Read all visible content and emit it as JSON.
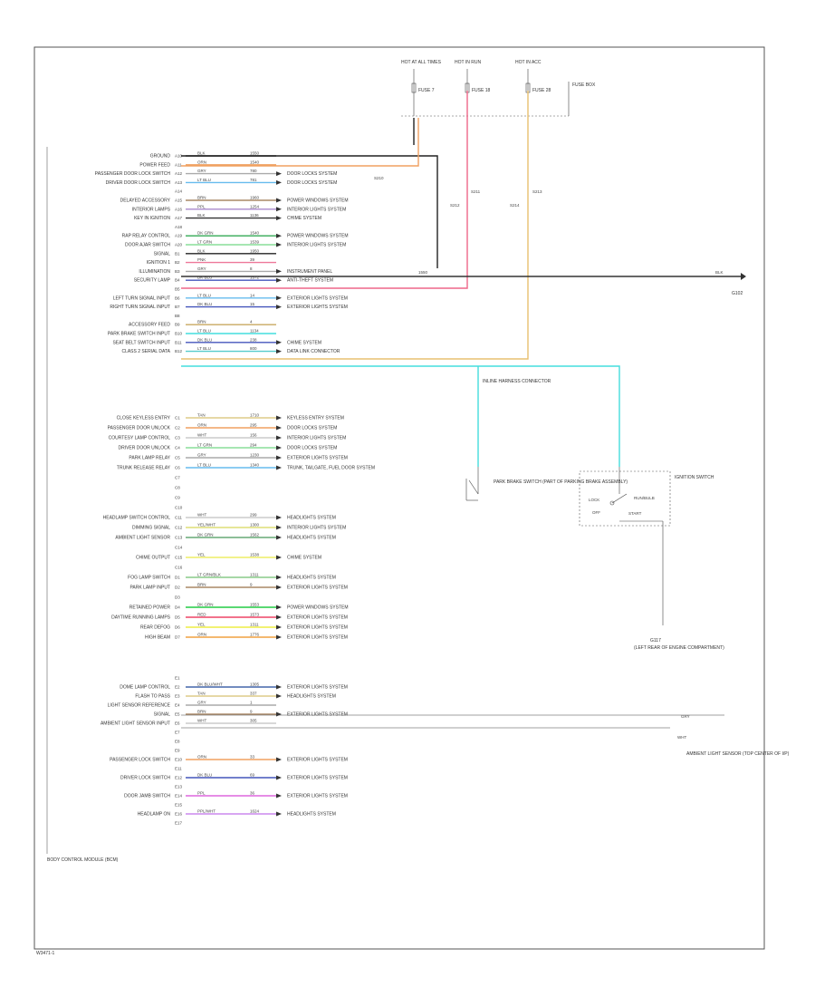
{
  "page": {
    "footer_code": "W3471-1"
  },
  "module": {
    "label": "BODY CONTROL MODULE (BCM)"
  },
  "fuses": [
    {
      "code": "HOT AT ALL TIMES",
      "name": "FUSE 7"
    },
    {
      "code": "HOT IN RUN",
      "name": "FUSE 18"
    },
    {
      "code": "HOT IN ACC",
      "name": "FUSE 28"
    }
  ],
  "fuse_box": {
    "label": "FUSE BOX"
  },
  "pins": [
    {
      "label": "GROUND",
      "pin": "A10",
      "color": "BLK",
      "code": "1550",
      "wire": "#222222",
      "arrow": false
    },
    {
      "label": "POWER FEED",
      "pin": "A11",
      "color": "ORN",
      "code": "1540",
      "wire": "#f0a060",
      "arrow": false
    },
    {
      "label": "PASSENGER DOOR LOCK SWITCH",
      "pin": "A12",
      "color": "GRY",
      "code": "780",
      "wire": "#aaaaaa",
      "arrow": true,
      "dest": "DOOR LOCKS SYSTEM"
    },
    {
      "label": "DRIVER DOOR LOCK SWITCH",
      "pin": "A13",
      "color": "LT BLU",
      "code": "781",
      "wire": "#66bbee",
      "arrow": true,
      "dest": "DOOR LOCKS SYSTEM"
    },
    {
      "label": "",
      "pin": "A14",
      "color": "",
      "code": "",
      "wire": "",
      "arrow": false
    },
    {
      "label": "DELAYED ACCESSORY",
      "pin": "A15",
      "color": "BRN",
      "code": "1960",
      "wire": "#aa8866",
      "arrow": true,
      "dest": "POWER WINDOWS SYSTEM"
    },
    {
      "label": "INTERIOR LAMPS",
      "pin": "A16",
      "color": "PPL",
      "code": "1254",
      "wire": "#aa88cc",
      "arrow": true,
      "dest": "INTERIOR LIGHTS SYSTEM"
    },
    {
      "label": "KEY IN IGNITION",
      "pin": "A17",
      "color": "BLK",
      "code": "1136",
      "wire": "#333333",
      "arrow": true,
      "dest": "CHIME SYSTEM"
    },
    {
      "label": "",
      "pin": "A18",
      "color": "",
      "code": "",
      "wire": "",
      "arrow": false
    },
    {
      "label": "RAP RELAY CONTROL",
      "pin": "A19",
      "color": "DK GRN",
      "code": "1540",
      "wire": "#33aa55",
      "arrow": true,
      "dest": "POWER WINDOWS SYSTEM"
    },
    {
      "label": "DOOR AJAR SWITCH",
      "pin": "A20",
      "color": "LT GRN",
      "code": "1539",
      "wire": "#88dd99",
      "arrow": true,
      "dest": "INTERIOR LIGHTS SYSTEM"
    },
    {
      "label": "SIGNAL",
      "pin": "B1",
      "color": "BLK",
      "code": "1950",
      "wire": "#222222",
      "arrow": false
    },
    {
      "label": "IGNITION 1",
      "pin": "B2",
      "color": "PNK",
      "code": "39",
      "wire": "#ee7799",
      "arrow": false
    },
    {
      "label": "ILLUMINATION",
      "pin": "B3",
      "color": "GRY",
      "code": "8",
      "wire": "#aaaaaa",
      "arrow": true,
      "dest": "INSTRUMENT PANEL"
    },
    {
      "label": "SECURITY LAMP",
      "pin": "B4",
      "color": "DK BLU",
      "code": "1572",
      "wire": "#4455bb",
      "arrow": true,
      "dest": "ANTI-THEFT SYSTEM"
    },
    {
      "label": "",
      "pin": "B5",
      "color": "",
      "code": "",
      "wire": "",
      "arrow": false
    },
    {
      "label": "LEFT TURN SIGNAL INPUT",
      "pin": "B6",
      "color": "LT BLU",
      "code": "14",
      "wire": "#66bbee",
      "arrow": true,
      "dest": "EXTERIOR LIGHTS SYSTEM"
    },
    {
      "label": "RIGHT TURN SIGNAL INPUT",
      "pin": "B7",
      "color": "DK BLU",
      "code": "15",
      "wire": "#4455bb",
      "arrow": true,
      "dest": "EXTERIOR LIGHTS SYSTEM"
    },
    {
      "label": "",
      "pin": "B8",
      "color": "",
      "code": "",
      "wire": "",
      "arrow": false
    },
    {
      "label": "ACCESSORY FEED",
      "pin": "B9",
      "color": "BRN",
      "code": "4",
      "wire": "#c8a860",
      "arrow": false
    },
    {
      "label": "PARK BRAKE SWITCH INPUT",
      "pin": "B10",
      "color": "LT BLU",
      "code": "1134",
      "wire": "#44dddd",
      "arrow": false
    },
    {
      "label": "SEAT BELT SWITCH INPUT",
      "pin": "B11",
      "color": "DK BLU",
      "code": "238",
      "wire": "#4455bb",
      "arrow": true,
      "dest": "CHIME SYSTEM"
    },
    {
      "label": "CLASS 2 SERIAL DATA",
      "pin": "B12",
      "color": "LT BLU",
      "code": "800",
      "wire": "#55cccc",
      "arrow": true,
      "dest": "DATA LINK CONNECTOR"
    }
  ],
  "pins2": [
    {
      "label": "CLOSE KEYLESS ENTRY",
      "pin": "C1",
      "color": "TAN",
      "code": "1710",
      "wire": "#ddcc88",
      "arrow": true,
      "dest": "KEYLESS ENTRY SYSTEM"
    },
    {
      "label": "PASSENGER DOOR UNLOCK",
      "pin": "C2",
      "color": "ORN",
      "code": "295",
      "wire": "#f0a060",
      "arrow": true,
      "dest": "DOOR LOCKS SYSTEM"
    },
    {
      "label": "COURTESY LAMP CONTROL",
      "pin": "C3",
      "color": "WHT",
      "code": "156",
      "wire": "#cccccc",
      "arrow": true,
      "dest": "INTERIOR LIGHTS SYSTEM"
    },
    {
      "label": "DRIVER DOOR UNLOCK",
      "pin": "C4",
      "color": "LT GRN",
      "code": "294",
      "wire": "#88dd99",
      "arrow": true,
      "dest": "DOOR LOCKS SYSTEM"
    },
    {
      "label": "PARK LAMP RELAY",
      "pin": "C5",
      "color": "GRY",
      "code": "1230",
      "wire": "#aaaaaa",
      "arrow": true,
      "dest": "EXTERIOR LIGHTS SYSTEM"
    },
    {
      "label": "TRUNK RELEASE RELAY",
      "pin": "C6",
      "color": "LT BLU",
      "code": "1340",
      "wire": "#66bbee",
      "arrow": true,
      "dest": "TRUNK, TAILGATE, FUEL DOOR SYSTEM"
    },
    {
      "label": "",
      "pin": "C7",
      "color": "",
      "code": "",
      "wire": "",
      "arrow": false
    },
    {
      "label": "",
      "pin": "C8",
      "color": "",
      "code": "",
      "wire": "",
      "arrow": false
    },
    {
      "label": "",
      "pin": "C9",
      "color": "",
      "code": "",
      "wire": "",
      "arrow": false
    },
    {
      "label": "",
      "pin": "C10",
      "color": "",
      "code": "",
      "wire": "",
      "arrow": false
    },
    {
      "label": "HEADLAMP SWITCH CONTROL",
      "pin": "C11",
      "color": "WHT",
      "code": "299",
      "wire": "#cccccc",
      "arrow": true,
      "dest": "HEADLIGHTS SYSTEM"
    },
    {
      "label": "DIMMING SIGNAL",
      "pin": "C12",
      "color": "YEL/WHT",
      "code": "1300",
      "wire": "#dddd77",
      "arrow": true,
      "dest": "INTERIOR LIGHTS SYSTEM"
    },
    {
      "label": "AMBIENT LIGHT SENSOR",
      "pin": "C13",
      "color": "DK GRN",
      "code": "1562",
      "wire": "#66aa77",
      "arrow": true,
      "dest": "HEADLIGHTS SYSTEM"
    },
    {
      "label": "",
      "pin": "C14",
      "color": "",
      "code": "",
      "wire": "",
      "arrow": false
    },
    {
      "label": "CHIME OUTPUT",
      "pin": "C15",
      "color": "YEL",
      "code": "1538",
      "wire": "#eeee66",
      "arrow": true,
      "dest": "CHIME SYSTEM"
    },
    {
      "label": "",
      "pin": "C16",
      "color": "",
      "code": "",
      "wire": "",
      "arrow": false
    },
    {
      "label": "FOG LAMP SWITCH",
      "pin": "D1",
      "color": "LT GRN/BLK",
      "code": "1311",
      "wire": "#88cc88",
      "arrow": true,
      "dest": "HEADLIGHTS SYSTEM"
    },
    {
      "label": "PARK LAMP INPUT",
      "pin": "D2",
      "color": "BRN",
      "code": "9",
      "wire": "#aa8866",
      "arrow": true,
      "dest": "EXTERIOR LIGHTS SYSTEM"
    },
    {
      "label": "",
      "pin": "D3",
      "color": "",
      "code": "",
      "wire": "",
      "arrow": false
    },
    {
      "label": "RETAINED POWER",
      "pin": "D4",
      "color": "DK GRN",
      "code": "1553",
      "wire": "#22cc44",
      "arrow": true,
      "dest": "POWER WINDOWS SYSTEM"
    },
    {
      "label": "DAYTIME RUNNING LAMPS",
      "pin": "D5",
      "color": "RED",
      "code": "1573",
      "wire": "#ee4466",
      "arrow": true,
      "dest": "EXTERIOR LIGHTS SYSTEM"
    },
    {
      "label": "REAR DEFOG",
      "pin": "D6",
      "color": "YEL",
      "code": "1311",
      "wire": "#eeee44",
      "arrow": true,
      "dest": "EXTERIOR LIGHTS SYSTEM"
    },
    {
      "label": "HIGH BEAM",
      "pin": "D7",
      "color": "ORN",
      "code": "1776",
      "wire": "#f0a040",
      "arrow": true,
      "dest": "EXTERIOR LIGHTS SYSTEM"
    }
  ],
  "pins3": [
    {
      "label": "",
      "pin": "E1",
      "color": "",
      "code": "",
      "wire": "",
      "arrow": false
    },
    {
      "label": "DOME LAMP CONTROL",
      "pin": "E2",
      "color": "DK BLU/WHT",
      "code": "1305",
      "wire": "#4466aa",
      "arrow": true,
      "dest": "EXTERIOR LIGHTS SYSTEM"
    },
    {
      "label": "FLASH TO PASS",
      "pin": "E3",
      "color": "TAN",
      "code": "337",
      "wire": "#ddcc88",
      "arrow": true,
      "dest": "HEADLIGHTS SYSTEM"
    },
    {
      "label": "LIGHT SENSOR REFERENCE",
      "pin": "E4",
      "color": "GRY",
      "code": "1",
      "wire": "#aaaaaa",
      "arrow": false
    },
    {
      "label": "SIGNAL",
      "pin": "E5",
      "color": "BRN",
      "code": "9",
      "wire": "#aa8866",
      "arrow": true,
      "dest": "EXTERIOR LIGHTS SYSTEM"
    },
    {
      "label": "AMBIENT LIGHT SENSOR INPUT",
      "pin": "E6",
      "color": "WHT",
      "code": "305",
      "wire": "#cccccc",
      "arrow": false
    },
    {
      "label": "",
      "pin": "E7",
      "color": "",
      "code": "",
      "wire": "",
      "arrow": false
    },
    {
      "label": "",
      "pin": "E8",
      "color": "",
      "code": "",
      "wire": "",
      "arrow": false
    },
    {
      "label": "",
      "pin": "E9",
      "color": "",
      "code": "",
      "wire": "",
      "arrow": false
    },
    {
      "label": "PASSENGER LOCK SWITCH",
      "pin": "E10",
      "color": "ORN",
      "code": "33",
      "wire": "#f0a060",
      "arrow": true,
      "dest": "EXTERIOR LIGHTS SYSTEM"
    },
    {
      "label": "",
      "pin": "E11",
      "color": "",
      "code": "",
      "wire": "",
      "arrow": false
    },
    {
      "label": "DRIVER LOCK SWITCH",
      "pin": "E12",
      "color": "DK BLU",
      "code": "69",
      "wire": "#4455bb",
      "arrow": true,
      "dest": "EXTERIOR LIGHTS SYSTEM"
    },
    {
      "label": "",
      "pin": "E13",
      "color": "",
      "code": "",
      "wire": "",
      "arrow": false
    },
    {
      "label": "DOOR JAMB SWITCH",
      "pin": "E14",
      "color": "PPL",
      "code": "36",
      "wire": "#dd66dd",
      "arrow": true,
      "dest": "EXTERIOR LIGHTS SYSTEM"
    },
    {
      "label": "",
      "pin": "E15",
      "color": "",
      "code": "",
      "wire": "",
      "arrow": false
    },
    {
      "label": "HEADLAMP ON",
      "pin": "E16",
      "color": "PPL/WHT",
      "code": "1624",
      "wire": "#cc88ee",
      "arrow": true,
      "dest": "HEADLIGHTS SYSTEM"
    },
    {
      "label": "",
      "pin": "E17",
      "color": "",
      "code": "",
      "wire": "",
      "arrow": false
    }
  ],
  "right_labels": {
    "g102": "G102",
    "s210": "S210",
    "s211": "S211",
    "s213": "S213",
    "s212": "S212",
    "s214": "S214",
    "ground_top": "BLK",
    "ground_top_code": "1550",
    "inline": "INLINE HARNESS CONNECTOR",
    "park_brake_switch": "PARK BRAKE SWITCH (PART OF PARKING BRAKE ASSEMBLY)",
    "ignition_switch": "IGNITION SWITCH",
    "ignition_switch_pos": [
      "RUN/BULB",
      "LOCK",
      "OFF",
      "START"
    ],
    "ground_bottom": "G117",
    "ground_bottom_desc": "(LEFT REAR OF ENGINE COMPARTMENT)",
    "light_sensor": "AMBIENT LIGHT SENSOR (TOP CENTER OF I/P)",
    "ls_pin_a": "GRY",
    "ls_pin_b": "WHT"
  },
  "wire_colors": {
    "pink": "#ee6688",
    "tan": "#e8c070",
    "orange": "#f0a060",
    "cyan": "#44dddd",
    "black": "#222222"
  }
}
